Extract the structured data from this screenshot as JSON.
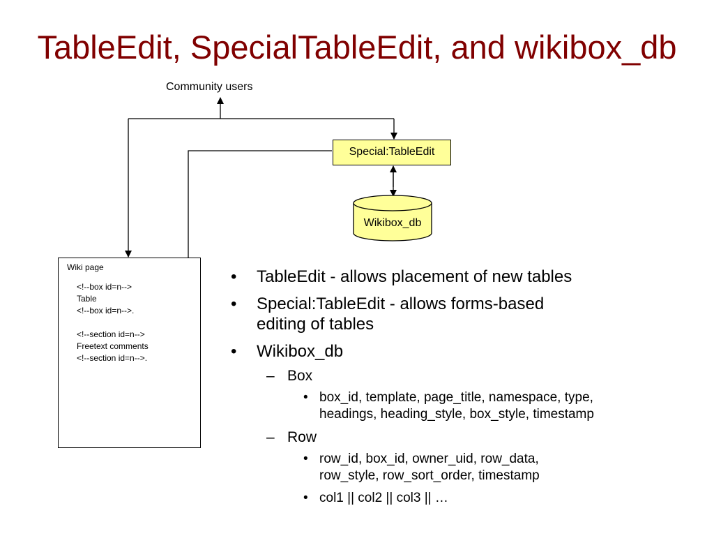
{
  "title": "TableEdit, SpecialTableEdit, and wikibox_db",
  "diagram": {
    "community_users": "Community users",
    "special_tableedit": "Special:TableEdit",
    "wikibox_db": "Wikibox_db",
    "wiki_page": {
      "title": "Wiki page",
      "lines": [
        "<!--box id=n-->",
        "Table",
        "<!--box id=n-->.",
        "",
        "<!--section id=n-->",
        "Freetext comments",
        "<!--section id=n-->."
      ]
    }
  },
  "bullets": {
    "tableedit": "TableEdit - allows placement of new tables",
    "special_line1": "Special:TableEdit - allows forms-based",
    "special_line2": "editing of tables",
    "wikibox": "Wikibox_db",
    "box": "Box",
    "box_fields_line1": "box_id, template, page_title, namespace, type,",
    "box_fields_line2": "headings, heading_style, box_style, timestamp",
    "row": "Row",
    "row_fields_line1": "row_id, box_id, owner_uid, row_data,",
    "row_fields_line2": "row_style, row_sort_order, timestamp",
    "row_cols": " col1 || col2 || col3 || …"
  },
  "colors": {
    "title": "#800000",
    "box_fill": "#ffff99"
  }
}
